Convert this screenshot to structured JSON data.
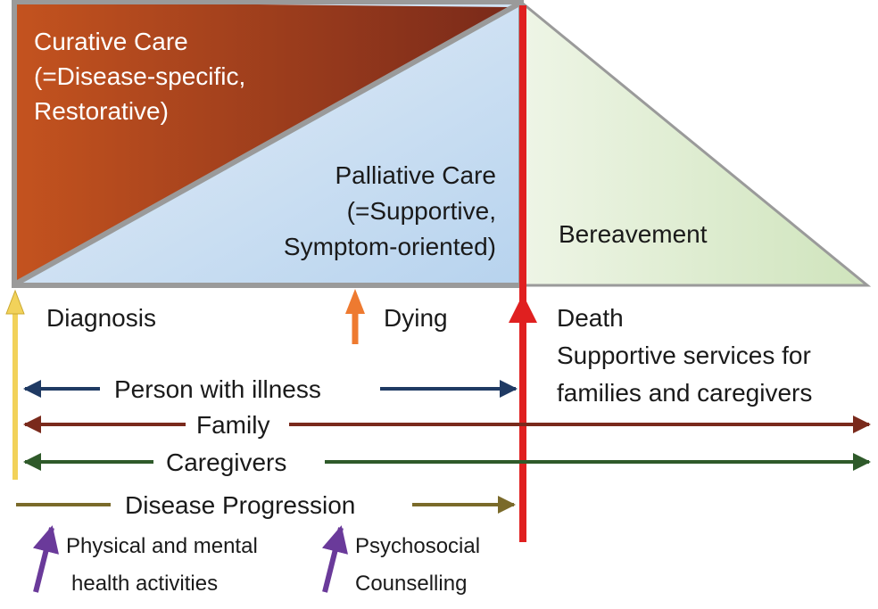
{
  "curative": {
    "line1": "Curative Care",
    "line2": "(=Disease-specific,",
    "line3": "Restorative)"
  },
  "palliative": {
    "line1": "Palliative Care",
    "line2": "(=Supportive,",
    "line3": "Symptom-oriented)"
  },
  "bereavement": {
    "label": "Bereavement"
  },
  "milestones": {
    "diagnosis": "Diagnosis",
    "dying": "Dying",
    "death": "Death"
  },
  "support_services": {
    "line1": "Supportive services for",
    "line2": "families and caregivers"
  },
  "timelines": {
    "person": "Person with illness",
    "family": "Family",
    "caregivers": "Caregivers",
    "disease": "Disease Progression"
  },
  "activities": {
    "physical_line1": "Physical and mental",
    "physical_line2": "health activities",
    "psycho_line1": "Psychosocial",
    "psycho_line2": "Counselling"
  },
  "colors": {
    "curative": "#b4451f",
    "palliative": "#c6ddf2",
    "bereavement": "#dcebcc",
    "death_line": "#e02020",
    "diagnosis_arrow": "#f2d25a",
    "dying_arrow": "#ee7a30",
    "person_arrow": "#1f3a63",
    "family_arrow": "#7a2a1c",
    "caregivers_arrow": "#2f5a2a",
    "disease_arrow": "#7a6a2a",
    "activity_arrow": "#6a3a9a"
  }
}
